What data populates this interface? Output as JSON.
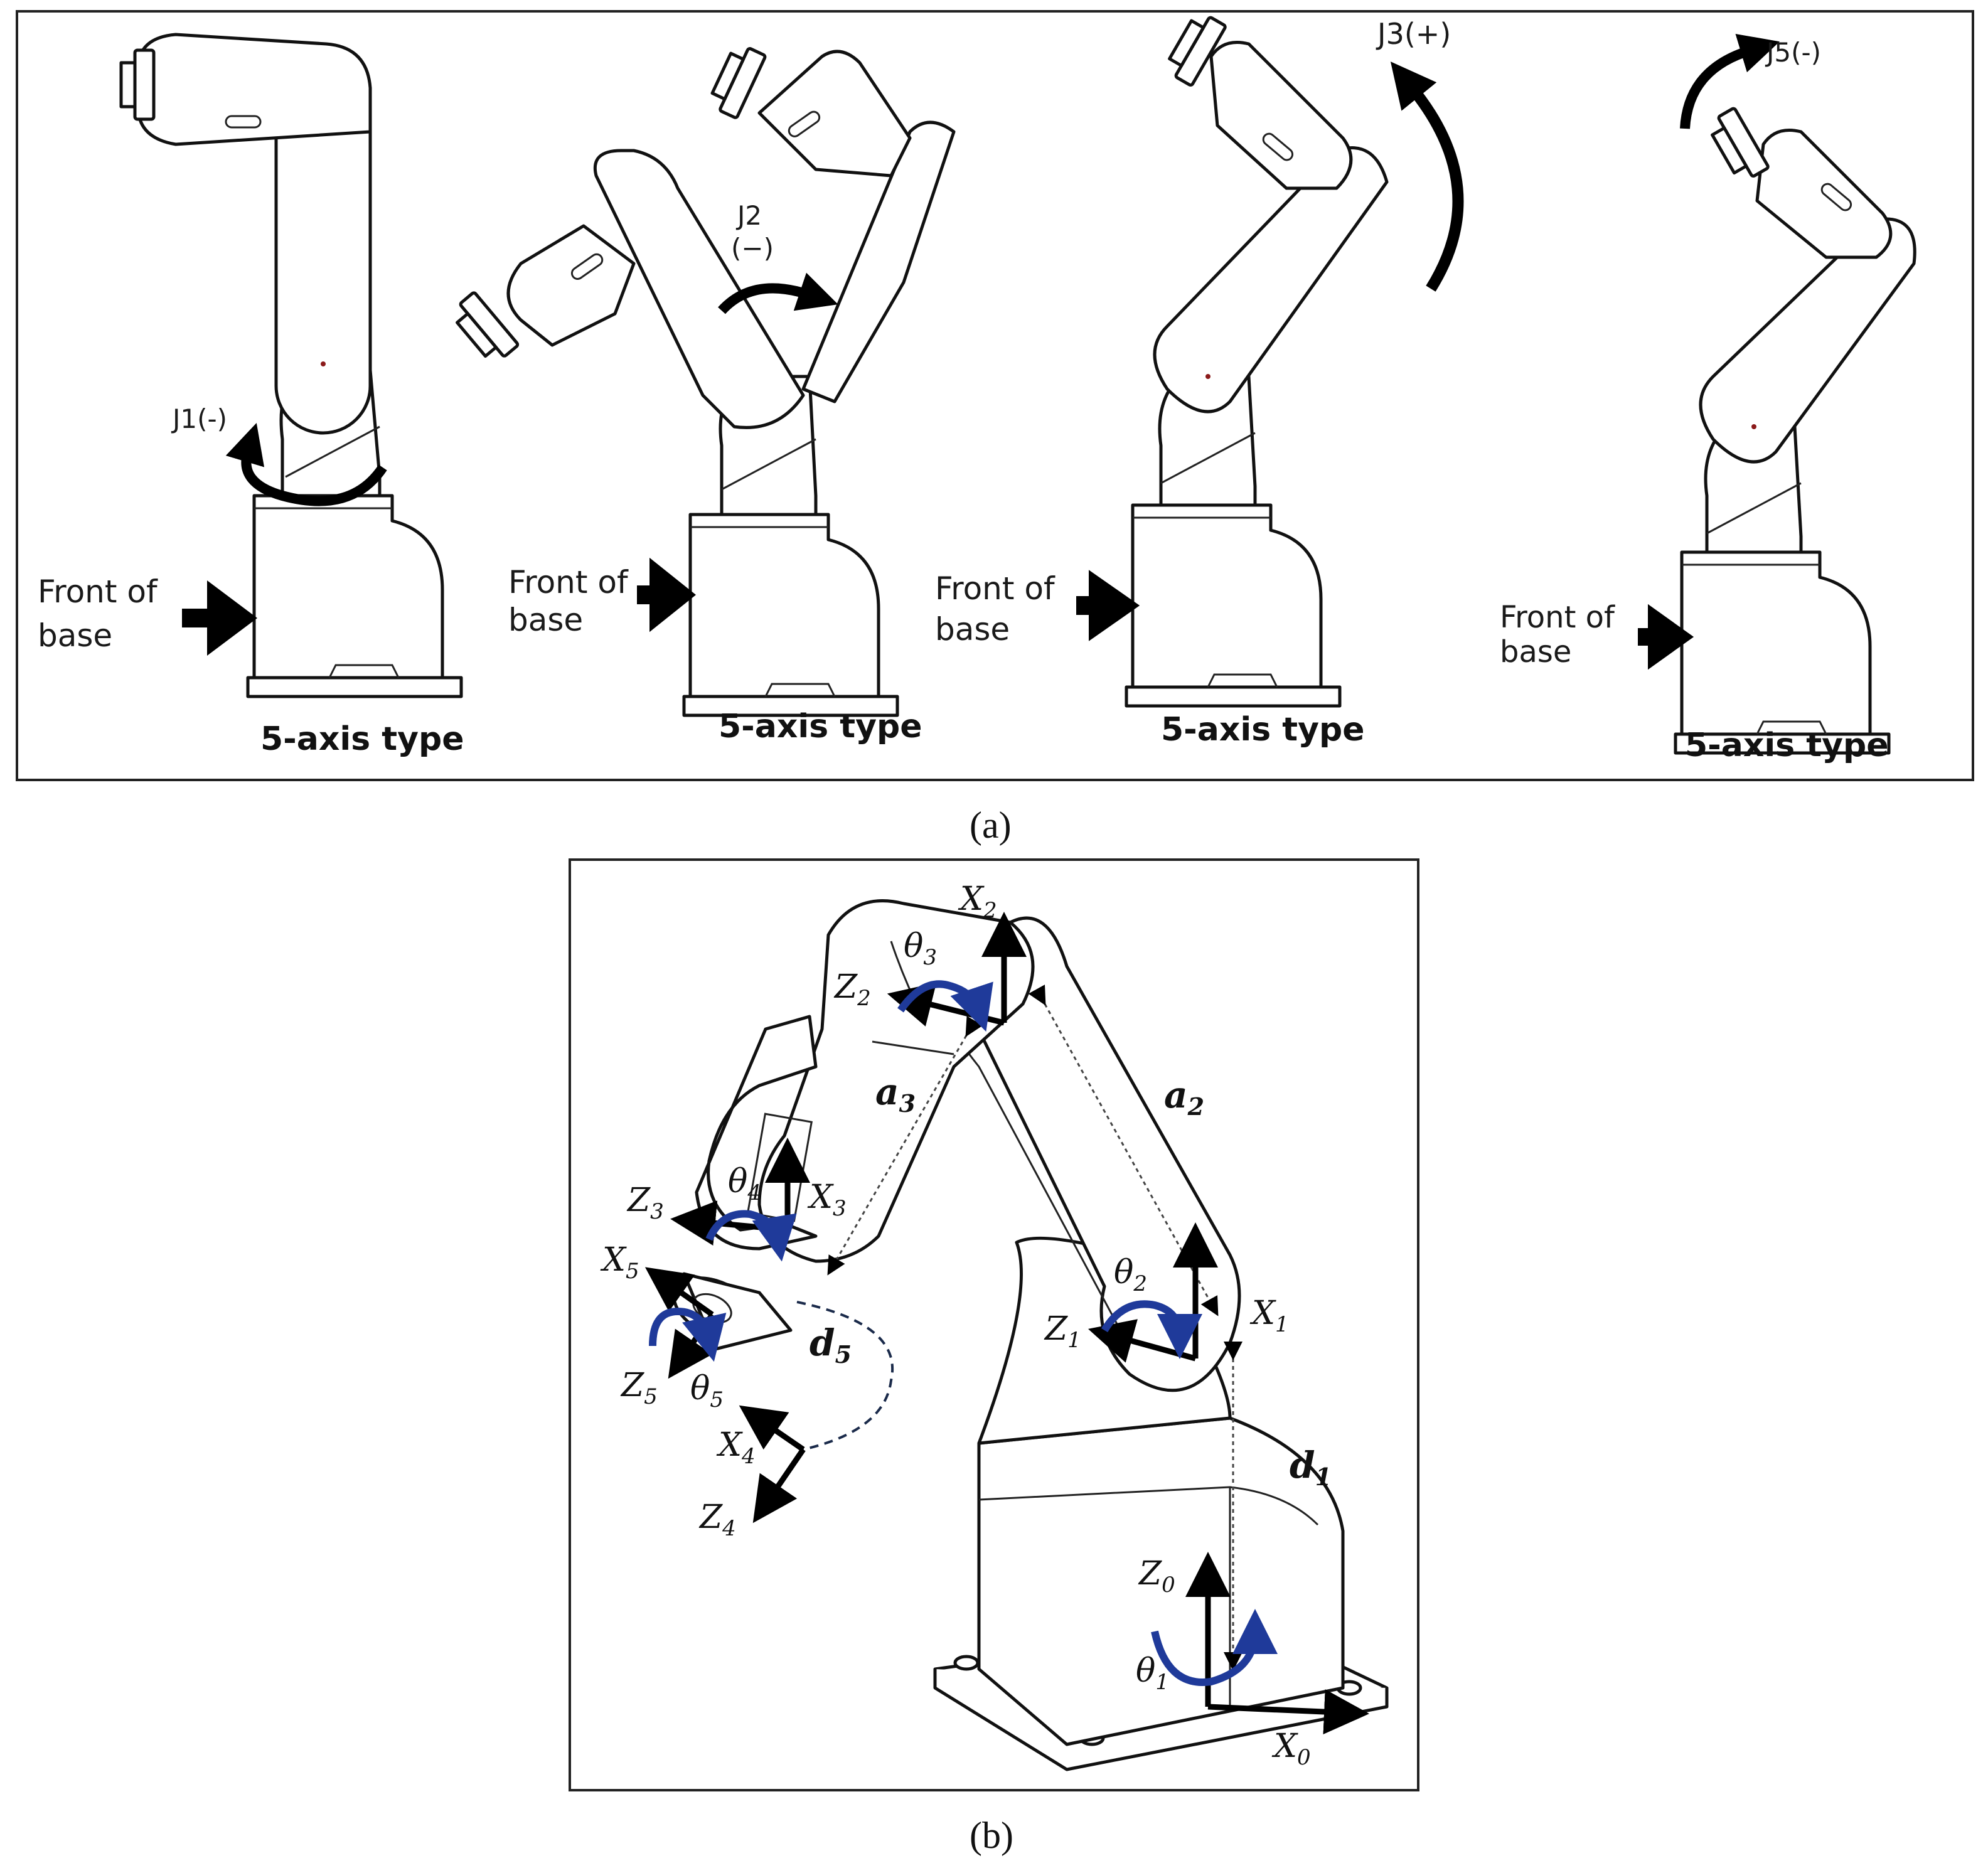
{
  "panel_a": {
    "caption": "(a)",
    "robots": [
      {
        "type_label": "5-axis type",
        "front_label_line1": "Front of",
        "front_label_line2": "base",
        "joint_label": "J1(-)",
        "joint_sub": ""
      },
      {
        "type_label": "5-axis type",
        "front_label_line1": "Front of",
        "front_label_line2": "base",
        "joint_label": "J2",
        "joint_sub": "(−)"
      },
      {
        "type_label": "5-axis type",
        "front_label_line1": "Front of",
        "front_label_line2": "base",
        "joint_label": "J3(+)",
        "joint_sub": ""
      },
      {
        "type_label": "5-axis type",
        "front_label_line1": "Front of",
        "front_label_line2": "base",
        "joint_label": "J5(-)",
        "joint_sub": ""
      }
    ]
  },
  "panel_b": {
    "caption": "(b)",
    "frames": [
      {
        "name": "Z",
        "sub": "0"
      },
      {
        "name": "X",
        "sub": "0"
      },
      {
        "name": "Z",
        "sub": "1"
      },
      {
        "name": "X",
        "sub": "1"
      },
      {
        "name": "Z",
        "sub": "2"
      },
      {
        "name": "X",
        "sub": "2"
      },
      {
        "name": "Z",
        "sub": "3"
      },
      {
        "name": "X",
        "sub": "3"
      },
      {
        "name": "Z",
        "sub": "4"
      },
      {
        "name": "X",
        "sub": "4"
      },
      {
        "name": "Z",
        "sub": "5"
      },
      {
        "name": "X",
        "sub": "5"
      }
    ],
    "angles": [
      {
        "name": "θ",
        "sub": "1"
      },
      {
        "name": "θ",
        "sub": "2"
      },
      {
        "name": "θ",
        "sub": "3"
      },
      {
        "name": "θ",
        "sub": "4"
      },
      {
        "name": "θ",
        "sub": "5"
      }
    ],
    "lengths": [
      {
        "name": "d",
        "sub": "1"
      },
      {
        "name": "a",
        "sub": "2"
      },
      {
        "name": "a",
        "sub": "3"
      },
      {
        "name": "d",
        "sub": "5"
      }
    ]
  },
  "colors": {
    "rotation_arrow": "#1f3a9a",
    "ink": "#111111",
    "frame_border": "#222222"
  }
}
